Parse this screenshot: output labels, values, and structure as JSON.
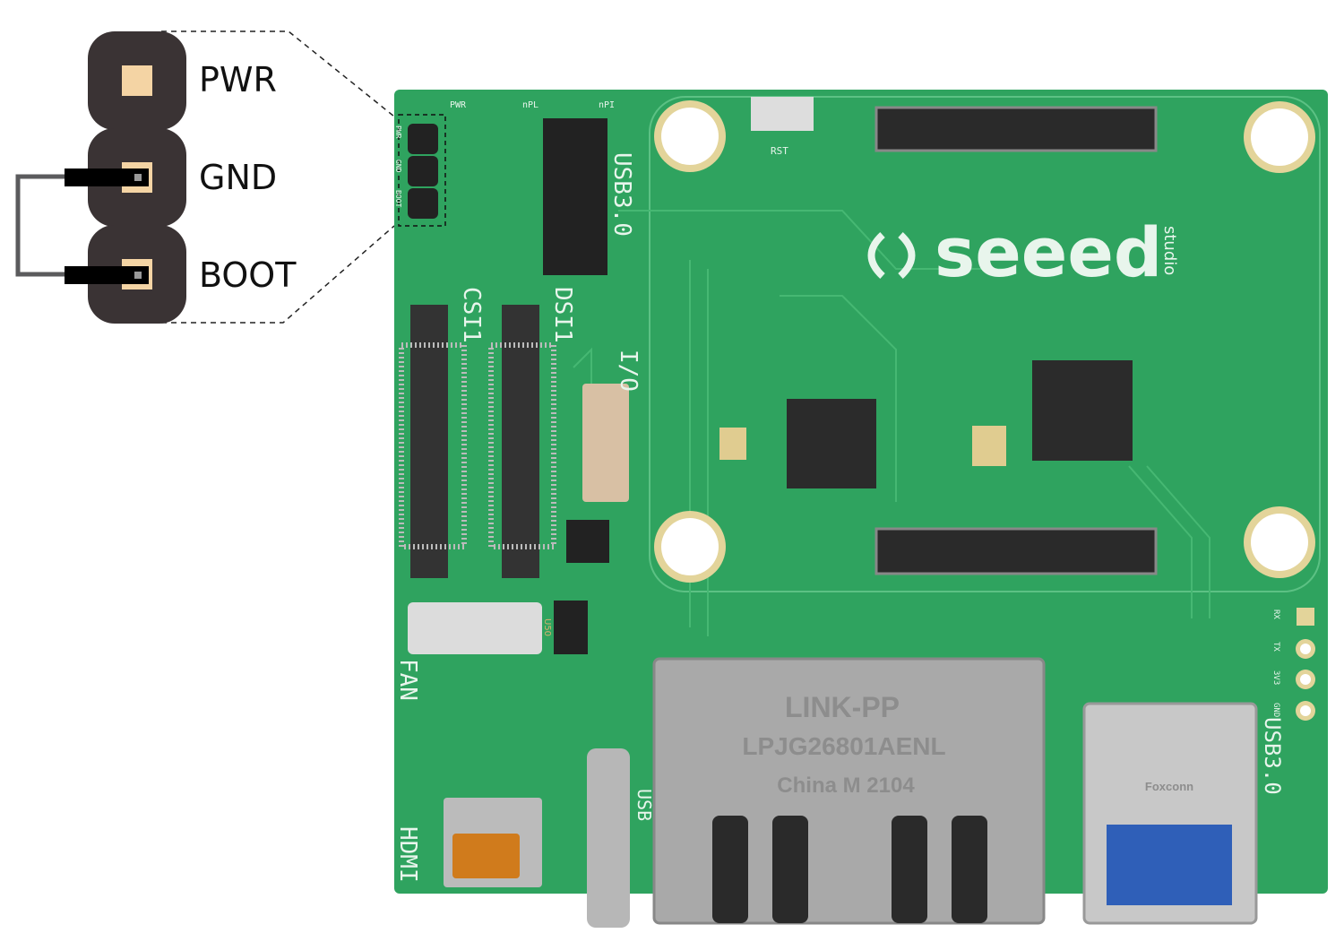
{
  "callout": {
    "pins": [
      {
        "label": "PWR"
      },
      {
        "label": "GND"
      },
      {
        "label": "BOOT"
      }
    ],
    "jumper": "GND-BOOT"
  },
  "board": {
    "silkscreen": {
      "usb_top": "USB3.0",
      "dsi": "DSI1",
      "csi": "CSI1",
      "io": "I/O",
      "fan": "FAN",
      "hdmi": "HDMI",
      "rst": "RST",
      "pwr_led": "PWR",
      "npl": "nPL",
      "npi": "nPI",
      "usb_right": "USB3.0",
      "usb_small": "USB",
      "uart": [
        "RX",
        "TX",
        "3V3",
        "GND"
      ],
      "jumper_pins": [
        "PWR",
        "GND",
        "BOOT"
      ]
    },
    "logo": {
      "brand": "seeed",
      "sub": "studio"
    },
    "ethernet": {
      "brand": "LINK-PP",
      "model": "LPJG26801AENL",
      "origin": "China M 2104"
    },
    "usb_jack_brand": "Foxconn",
    "inductor": "U50"
  },
  "colors": {
    "pcb": "#2fa35f",
    "pin_body": "#3a3334",
    "pin_pad": "#f4d4a4",
    "metal": "#a9a9a9"
  }
}
